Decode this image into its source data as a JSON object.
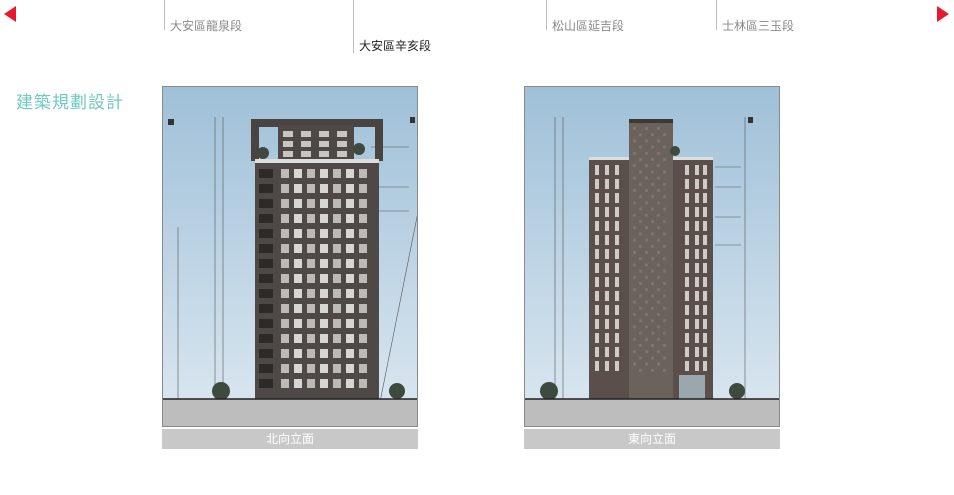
{
  "nav": {
    "prev_icon": "triangle-left-icon",
    "next_icon": "triangle-right-icon",
    "tabs": [
      {
        "label": "大安區龍泉段",
        "active": false
      },
      {
        "label": "大安區辛亥段",
        "active": true
      },
      {
        "label": "松山區延吉段",
        "active": false
      },
      {
        "label": "士林區三玉段",
        "active": false
      }
    ]
  },
  "section": {
    "title": "建築規劃設計"
  },
  "elevations": [
    {
      "caption": "北向立面"
    },
    {
      "caption": "東向立面"
    }
  ],
  "colors": {
    "accent": "#e8192c",
    "title": "#6fc9c0",
    "caption_bar": "#c8c8c8"
  }
}
